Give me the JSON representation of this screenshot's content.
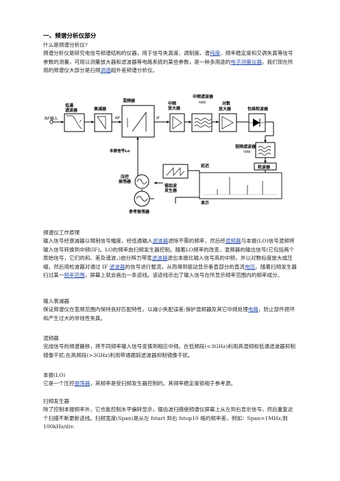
{
  "heading": "一、频谱分析仪部分",
  "intro": {
    "question": "什么是频谱分析仪?",
    "p1_a": "频谱分析仪是研究电信号频谱结构的仪器，用于信号失真度、调制度、谱",
    "p1_link1": "纯度",
    "p1_b": "、频率稳定度和交调失真等信号参数的测量，可用以测量放大器和滤波器等电路系统的某些参数，是一种多用途的",
    "p1_link2": "电子测量仪器",
    "p1_c": "。我们现在所用的频谱仪大部分是扫频",
    "p1_link3": "调谐",
    "p1_d": "超外差频谱分析仪。"
  },
  "diagram": {
    "rf_input": "RF输入",
    "lowpass_1": "低通",
    "lowpass_2": "滤波器",
    "attenuator": "衰减器",
    "mixer": "混频器",
    "if_gain_1": "中频",
    "if_gain_2": "放大器",
    "if_filter": "中频滤波器",
    "rbw": "RBW",
    "log_amp_1": "对数",
    "log_amp_2": "放大器",
    "env_det": "包络检波器",
    "rf": "RF",
    "if": "IF",
    "local_osc": "本振信号Lo",
    "video_filter": "视频滤波器",
    "vbw": "VBW",
    "detector": "检波器",
    "vco_1": "压控",
    "vco_2": "振荡器",
    "delay": "延迟",
    "sawtooth_1": "锯齿波",
    "sawtooth_2": "发生器",
    "display": "显示",
    "ref_osc": "参考振荡器",
    "symbol_f": "f",
    "symbol_fc": "fc"
  },
  "section_principle": {
    "title": "频谱仪工作原理",
    "a": "输入信号经衰减器以限制信号幅度，经低通输入",
    "l1": "滤波器",
    "b": "滤除不需的频率，然后经",
    "l2": "混频器",
    "c": "与本振(LO)信号混频将输入信号转换到中频(IF)。LO的频率由扫频发生器控制。随着LO频率的改变，混频器的输出信号(它包括两个原始信号，它们的和、差及谐波，)由分辨力带宽",
    "l3": "滤波器",
    "d": "滤出本振比输入信号高的中频，并以对数标度放大或压缩。然后用检波器对通过 IF ",
    "l4": "滤波器",
    "e": "的信号进行整流，从而得到驱动显示垂直部分的直流",
    "l5": "电压",
    "f": "。随着扫频发生器扫过某一",
    "l6": "频率范围",
    "g": "，屏幕上就会画出一条迹线。该迹线示出了输入信号在所显示频率范围内的频率成分。"
  },
  "section_atten": {
    "title": "输入衰减器",
    "a": "保证频谱仪在宽频范围内保持良好匹配特性，以减小失配误差;保护混频器及其它中频处理",
    "l1": "电路",
    "b": "，防止部件损坏和产生过大的非线性失真。"
  },
  "section_mixer": {
    "title": "混频器",
    "text": "完成信号的频谱搬移，将不同频率输入信号变换到相应中频。在低频段(<3GHz)利用高混频和低通滤波器抑制镜像干扰;在高频段(>3GHz)利用带通跟踪滤波器抑制镜像干扰。"
  },
  "section_lo": {
    "title": "本振(LO)",
    "a": "它是一个压控",
    "l1": "振荡器",
    "b": "，其频率是受扫频发生器控制的。其频率稳定度锁相于参考源。"
  },
  "section_sweep": {
    "title": "扫频发生器",
    "text": "除了控制本振频率外，它也能控制水平偏转显示，锯齿波扫描使频谱仪屏幕上从左到右显示信号，然后重复这个扫描不断更新迹线。扫频宽度(Span)是从左 fstart 到右 fstop10 格的频率差，例如：Span=1MHz,则 100kHz/div."
  }
}
